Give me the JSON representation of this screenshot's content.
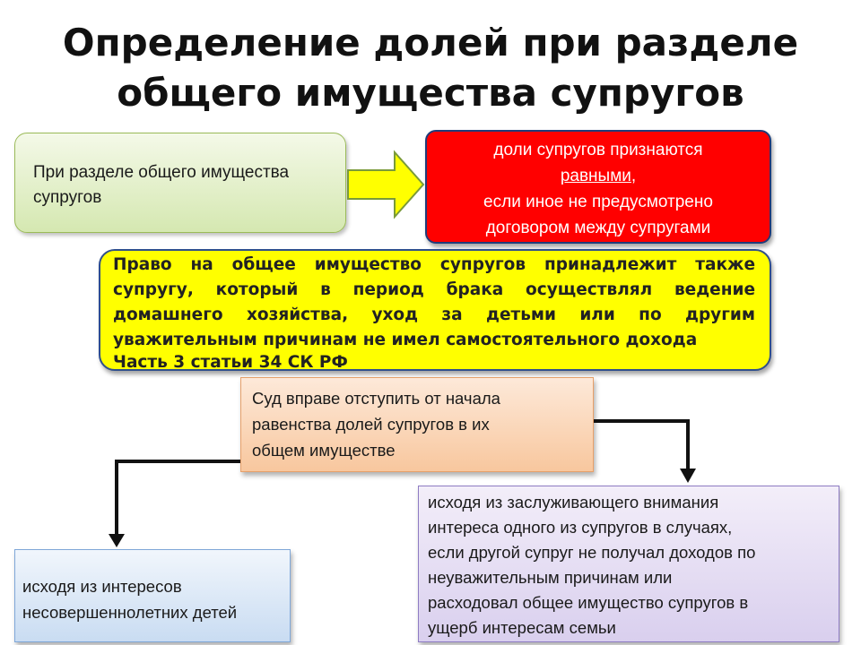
{
  "title": {
    "line1": "Определение долей при разделе",
    "line2": "общего имущества супругов"
  },
  "green_box": {
    "line1": "При разделе общего имущества",
    "line2": "супругов"
  },
  "red_box": {
    "line1": "доли супругов признаются",
    "line2_emph": "равными",
    "line2_tail": ",",
    "line3": "если иное не предусмотрено",
    "line4": "договором между супругами"
  },
  "yellow_box": {
    "text": "Право на общее имущество супругов принадлежит также супругу, который в период брака осуществлял ведение домашнего хозяйства, уход за детьми или по другим уважительным причинам не имел самостоятельного дохода",
    "reference": "Часть 3 статьи 34 СК РФ"
  },
  "orange_box": {
    "line1": "Суд вправе отступить от начала",
    "line2": "равенства долей супругов в их",
    "line3": "общем имуществе"
  },
  "purple_box": {
    "line1": "исходя из заслуживающего внимания",
    "line2": "интереса одного из супругов в случаях,",
    "line3": "если другой супруг не получал доходов по",
    "line4": "неуважительным причинам или",
    "line5": "расходовал общее имущество супругов в",
    "line6": "ущерб интересам семьи"
  },
  "blue_box": {
    "line1": "исходя из интересов",
    "line2": "несовершеннолетних детей"
  },
  "colors": {
    "arrow_fill": "#ffff00",
    "arrow_stroke": "#7a9a3a",
    "red_box": "#ff0000",
    "yellow_box": "#ffff00",
    "connector": "#111111"
  }
}
